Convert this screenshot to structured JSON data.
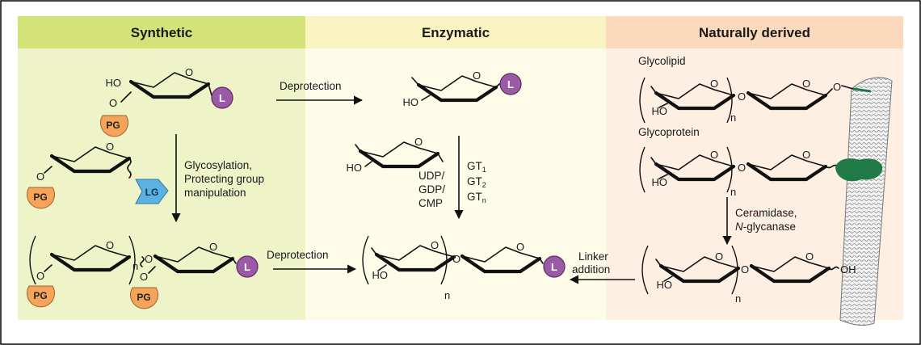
{
  "panels": {
    "synthetic": "Synthetic",
    "enzymatic": "Enzymatic",
    "natural": "Naturally derived"
  },
  "labels": {
    "glycolipid": "Glycolipid",
    "glycoprotein": "Glycoprotein",
    "deprotection_top": "Deprotection",
    "deprotection_bottom": "Deprotection",
    "glycosylation_line1": "Glycosylation,",
    "glycosylation_line2": "Protecting group",
    "glycosylation_line3": "manipulation",
    "ceramidase_line1": "Ceramidase,",
    "glycanase_prefix": "N",
    "glycanase_rest": "-glycanase",
    "linker_line1": "Linker",
    "linker_line2": "addition",
    "udp": "UDP/",
    "gdp": "GDP/",
    "cmp": "CMP",
    "gt": "GT",
    "gt1_sub": "1",
    "gt2_sub": "2",
    "gtn_sub": "n"
  },
  "atoms": {
    "ho": "HO",
    "o": "O",
    "oh": "OH",
    "n": "n"
  },
  "badges": {
    "linker": "L",
    "protecting_group": "PG",
    "leaving_group": "LG"
  },
  "colors": {
    "synthetic_header": "#d4e27a",
    "synthetic_body": "#eef3c8",
    "enzymatic_header": "#faf4c2",
    "enzymatic_body": "#fefbe8",
    "natural_header": "#fad9bd",
    "natural_body": "#fdefe2",
    "linker_badge": "#9b5aa6",
    "pg_badge": "#f5a45a",
    "lg_badge": "#5bb2e0",
    "protein": "#1f7a45"
  }
}
